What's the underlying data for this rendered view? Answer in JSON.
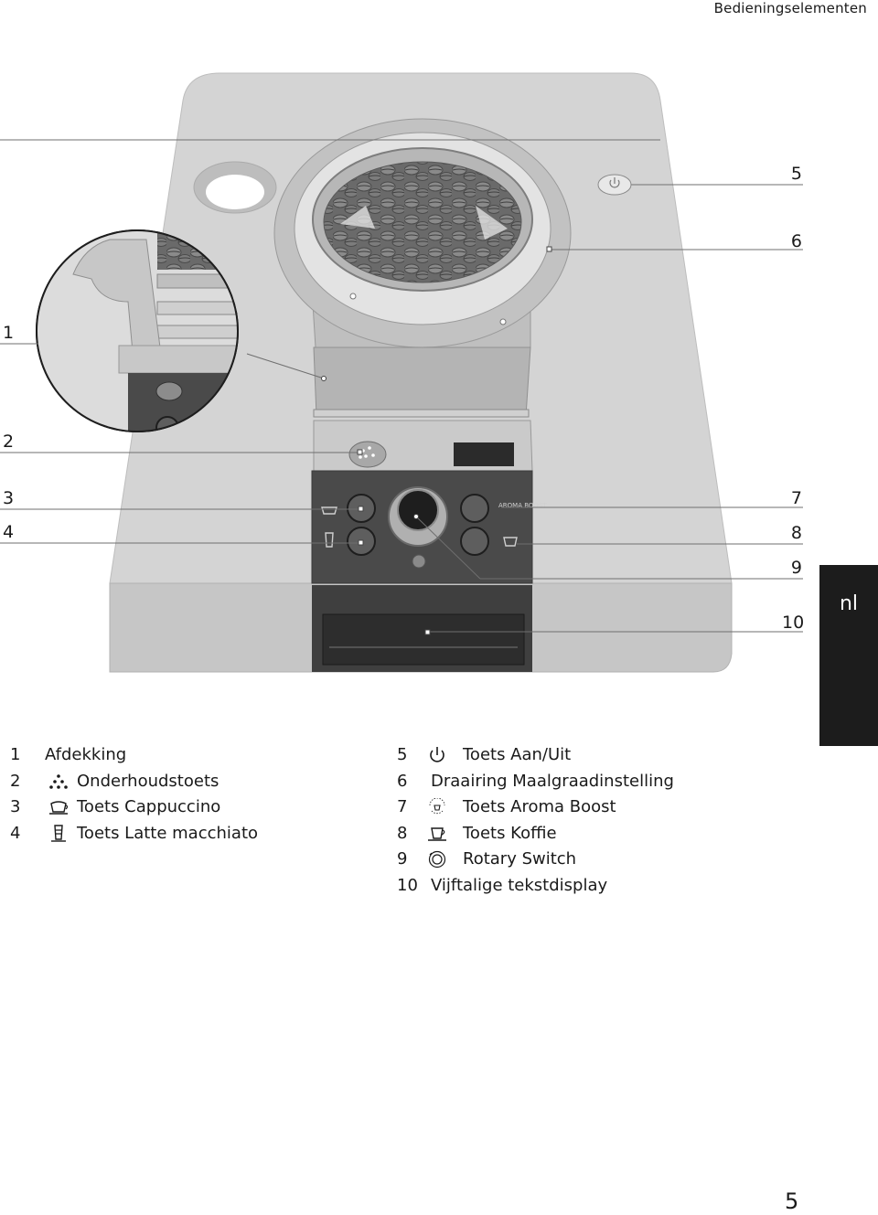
{
  "header": {
    "title": "Bedieningselementen"
  },
  "language_tab": {
    "label": "nl"
  },
  "callouts": {
    "left": [
      "1",
      "2",
      "3",
      "4"
    ],
    "right": [
      "5",
      "6",
      "7",
      "8",
      "9",
      "10"
    ]
  },
  "machine": {
    "aroma_boost_label": "AROMA BOOST"
  },
  "legend": {
    "left": [
      {
        "number": "1",
        "icon": "",
        "label": "Afdekking"
      },
      {
        "number": "2",
        "icon": "maintenance-drops-icon",
        "label": "Onderhoudstoets"
      },
      {
        "number": "3",
        "icon": "cappuccino-cup-icon",
        "label": "Toets Cappuccino"
      },
      {
        "number": "4",
        "icon": "latte-macchiato-glass-icon",
        "label": "Toets Latte macchiato"
      }
    ],
    "right": [
      {
        "number": "5",
        "icon": "power-icon",
        "label": "Toets Aan/Uit"
      },
      {
        "number": "6",
        "icon": "",
        "label": "Draairing Maalgraadinstelling"
      },
      {
        "number": "7",
        "icon": "aroma-boost-icon",
        "label": "Toets Aroma Boost"
      },
      {
        "number": "8",
        "icon": "coffee-cup-icon",
        "label": "Toets Koffie"
      },
      {
        "number": "9",
        "icon": "rotary-switch-icon",
        "label": "Rotary Switch"
      },
      {
        "number": "10",
        "icon": "",
        "label": "Vijftalige tekstdisplay"
      }
    ]
  },
  "page": {
    "number": "5"
  }
}
